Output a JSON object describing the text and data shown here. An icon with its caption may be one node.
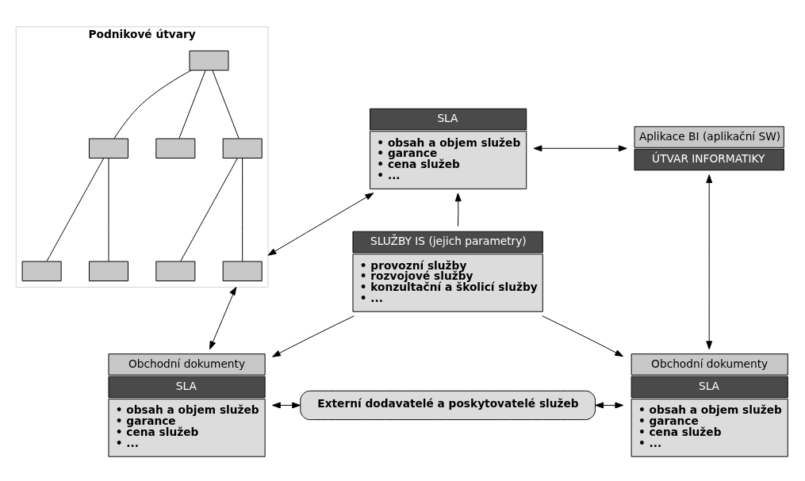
{
  "diagram": {
    "nodes": [
      {
        "text": [
          "Podnikové útvary"
        ]
      },
      {
        "text": [],
        "shape": "box",
        "in": 0
      },
      {
        "text": [],
        "shape": "box",
        "in": 0
      },
      {
        "text": [],
        "shape": "box",
        "in": 0
      },
      {
        "text": [],
        "shape": "box",
        "in": 0
      },
      {
        "text": [],
        "shape": "box",
        "in": 0
      },
      {
        "text": [],
        "shape": "box",
        "in": 0
      },
      {
        "text": [],
        "shape": "box",
        "in": 0
      },
      {
        "text": [],
        "shape": "box",
        "in": 0
      },
      {
        "text": [
          "SLA",
          "• obsah a objem služeb",
          "• garance",
          "• cena služeb",
          "• ..."
        ]
      },
      {
        "text": [
          "Aplikace BI (aplikační SW)",
          "ÚTVAR INFORMATIKY"
        ]
      },
      {
        "text": [
          "Obchodní dokumenty",
          "SLA",
          "• obsah a objem služeb",
          "• garance",
          "• cena služeb",
          "• ..."
        ]
      },
      {
        "text": [
          "SLUŽBY IS (jejich parametry)",
          "• provozní služby",
          "• rozvojové služby",
          "• konzultační a školicí služby",
          "• ..."
        ]
      },
      {
        "text": [
          "Obchodní dokumenty",
          "SLA",
          "• obsah a objem služeb",
          "• garance",
          "• cena služeb",
          "• ..."
        ]
      },
      {
        "text": [
          "Externí dodavatelé a poskytovatelé služeb"
        ]
      }
    ],
    "edges": [
      {
        "from": 1,
        "to": 2,
        "arrow": "none"
      },
      {
        "from": 1,
        "to": 3,
        "arrow": "none"
      },
      {
        "from": 1,
        "to": 4,
        "arrow": "none"
      },
      {
        "from": 2,
        "to": 5,
        "arrow": "none"
      },
      {
        "from": 2,
        "to": 6,
        "arrow": "none"
      },
      {
        "from": 4,
        "to": 7,
        "arrow": "none"
      },
      {
        "from": 4,
        "to": 8,
        "arrow": "none"
      },
      {
        "from": 0,
        "to": 9,
        "arrow": "both"
      },
      {
        "from": 9,
        "to": 10,
        "arrow": "both"
      },
      {
        "from": 0,
        "to": 11,
        "arrow": "both"
      },
      {
        "from": 10,
        "to": 13,
        "arrow": "both"
      },
      {
        "from": 12,
        "to": 9,
        "arrow": "to"
      },
      {
        "from": 12,
        "to": 11,
        "arrow": "to"
      },
      {
        "from": 12,
        "to": 13,
        "arrow": "to"
      },
      {
        "from": 14,
        "to": 11,
        "arrow": "both"
      },
      {
        "from": 14,
        "to": 13,
        "arrow": "both"
      }
    ]
  }
}
